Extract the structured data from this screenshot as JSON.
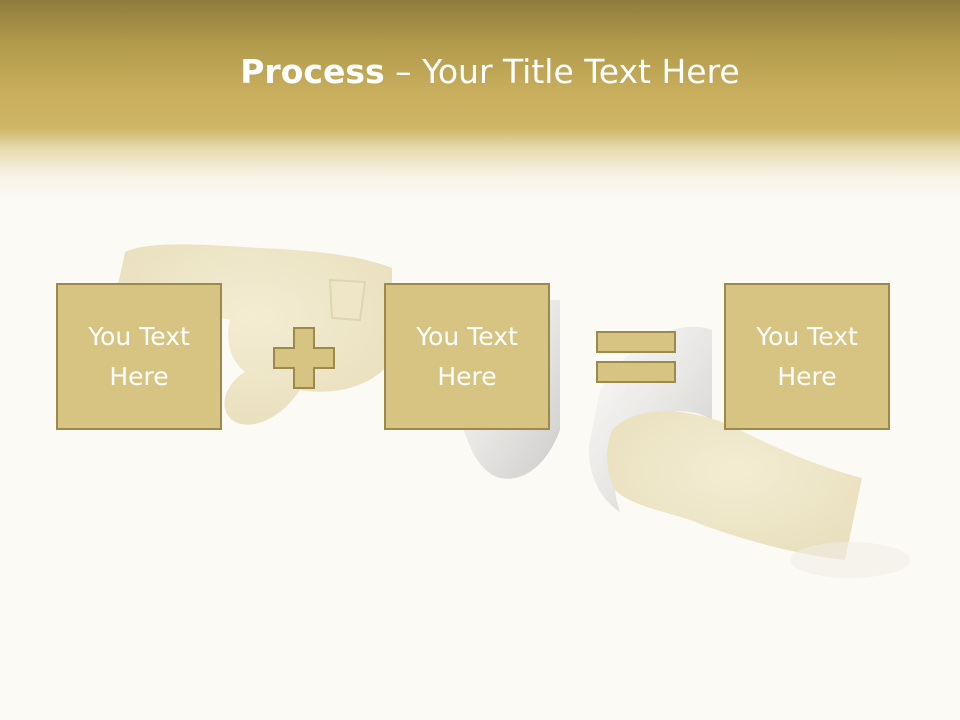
{
  "slide": {
    "title_bold": "Process",
    "title_rest": " – Your Title Text Here",
    "boxes": [
      {
        "text": "You Text Here"
      },
      {
        "text": "You Text Here"
      },
      {
        "text": "You Text Here"
      }
    ]
  },
  "icons": {
    "plus": "plus-icon",
    "equals": "equals-icon"
  },
  "colors": {
    "header_gold": "#c9af5e",
    "box_fill": "#d8c482",
    "box_border": "#9c8a4c",
    "background": "#fbfaf5"
  }
}
